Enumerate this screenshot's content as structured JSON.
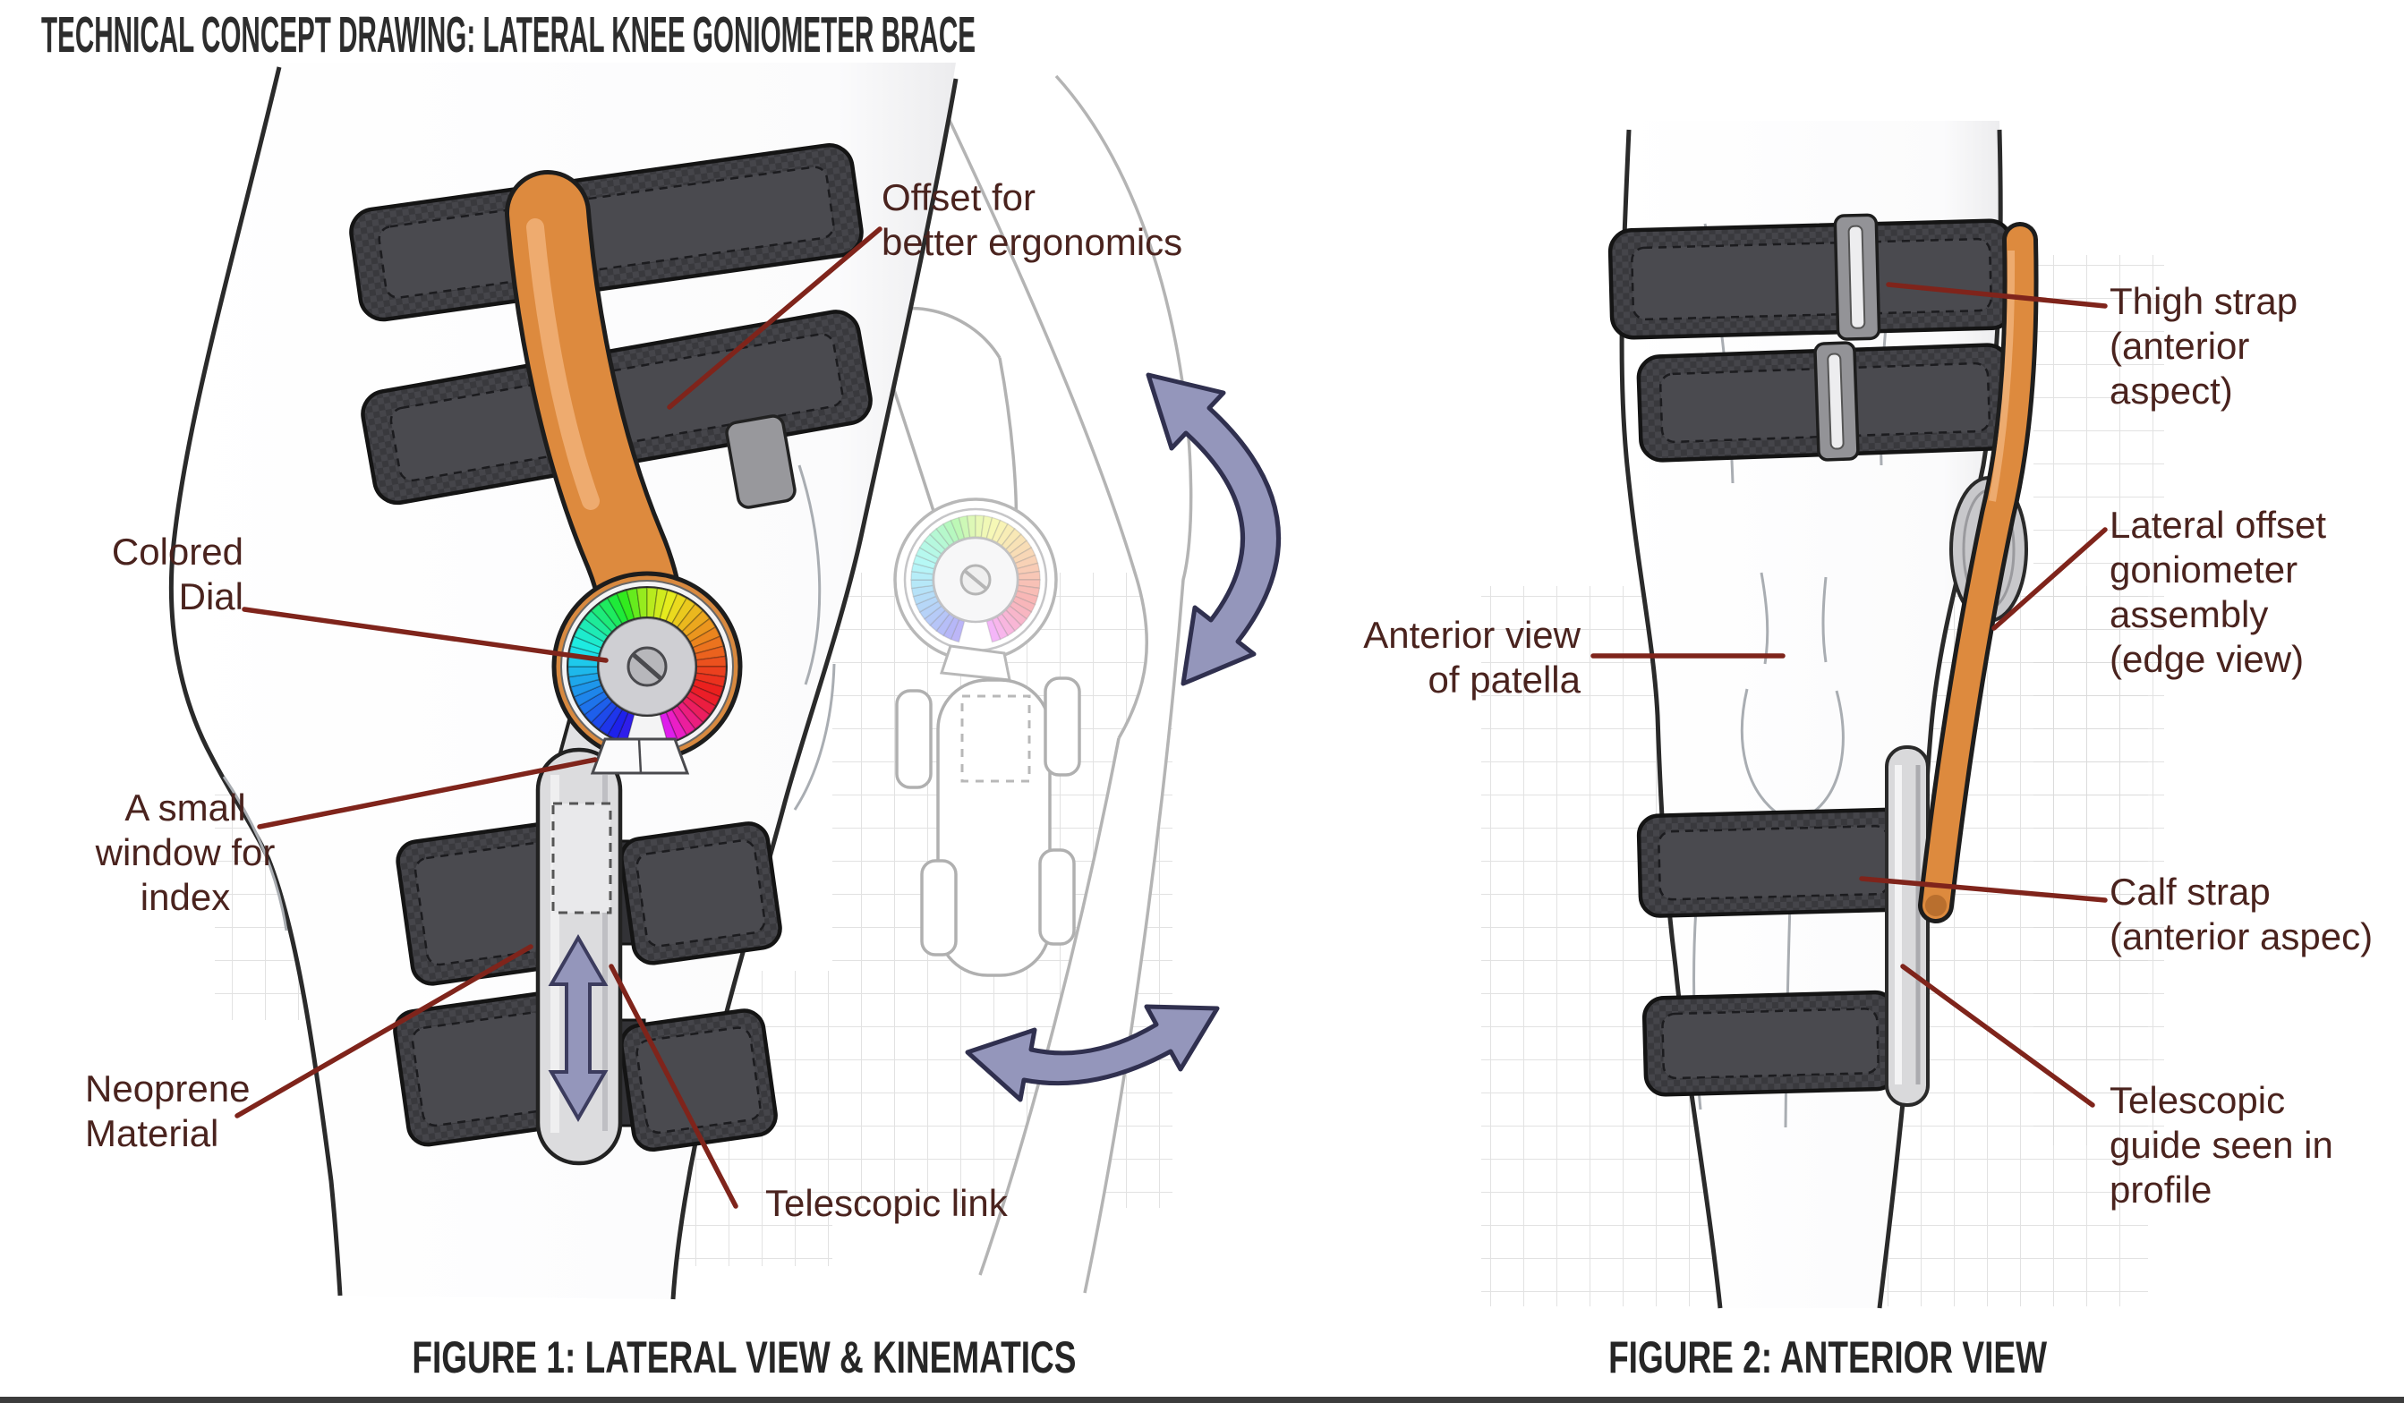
{
  "title": "TECHNICAL CONCEPT DRAWING: LATERAL KNEE GONIOMETER BRACE",
  "figure1": {
    "caption": "FIGURE 1: LATERAL VIEW & KINEMATICS",
    "labels": {
      "colored_dial": "Colored\nDial",
      "small_window": "A small\nwindow for\nindex",
      "neoprene": "Neoprene\nMaterial",
      "telescopic_link": "Telescopic link",
      "offset": "Offset for\nbetter ergonomics"
    }
  },
  "figure2": {
    "caption": "FIGURE 2: ANTERIOR VIEW",
    "labels": {
      "thigh_strap": "Thigh strap\n(anterior\naspect)",
      "anterior_patella": "Anterior view\nof patella",
      "lateral_offset": "Lateral offset\ngoniometer\nassembly\n(edge view)",
      "calf_strap": "Calf strap\n(anterior aspec)",
      "telescopic_guide": "Telescopic\nguide seen in\nprofile"
    }
  },
  "icons": {
    "flexion_extension_arrow": "curved-double-headed-arrow",
    "length_adjust_arrow": "vertical-double-headed-arrow",
    "translation_arrow": "horizontal-double-headed-arrow",
    "colored_dial": "rainbow-gauge-ring",
    "pivot_screw": "slotted-screw"
  },
  "colors": {
    "label_text": "#4a231e",
    "leader_line": "#7f241b",
    "title_text": "#2d2d2d",
    "caption_text": "#262626",
    "arrow_fill": "#9496bb",
    "arrow_outline": "#30304f",
    "frame_orange": "#dd8a3e",
    "strap_dark": "#3b3b3f",
    "grid_line": "#d8d8d8",
    "background": "#ffffff"
  }
}
